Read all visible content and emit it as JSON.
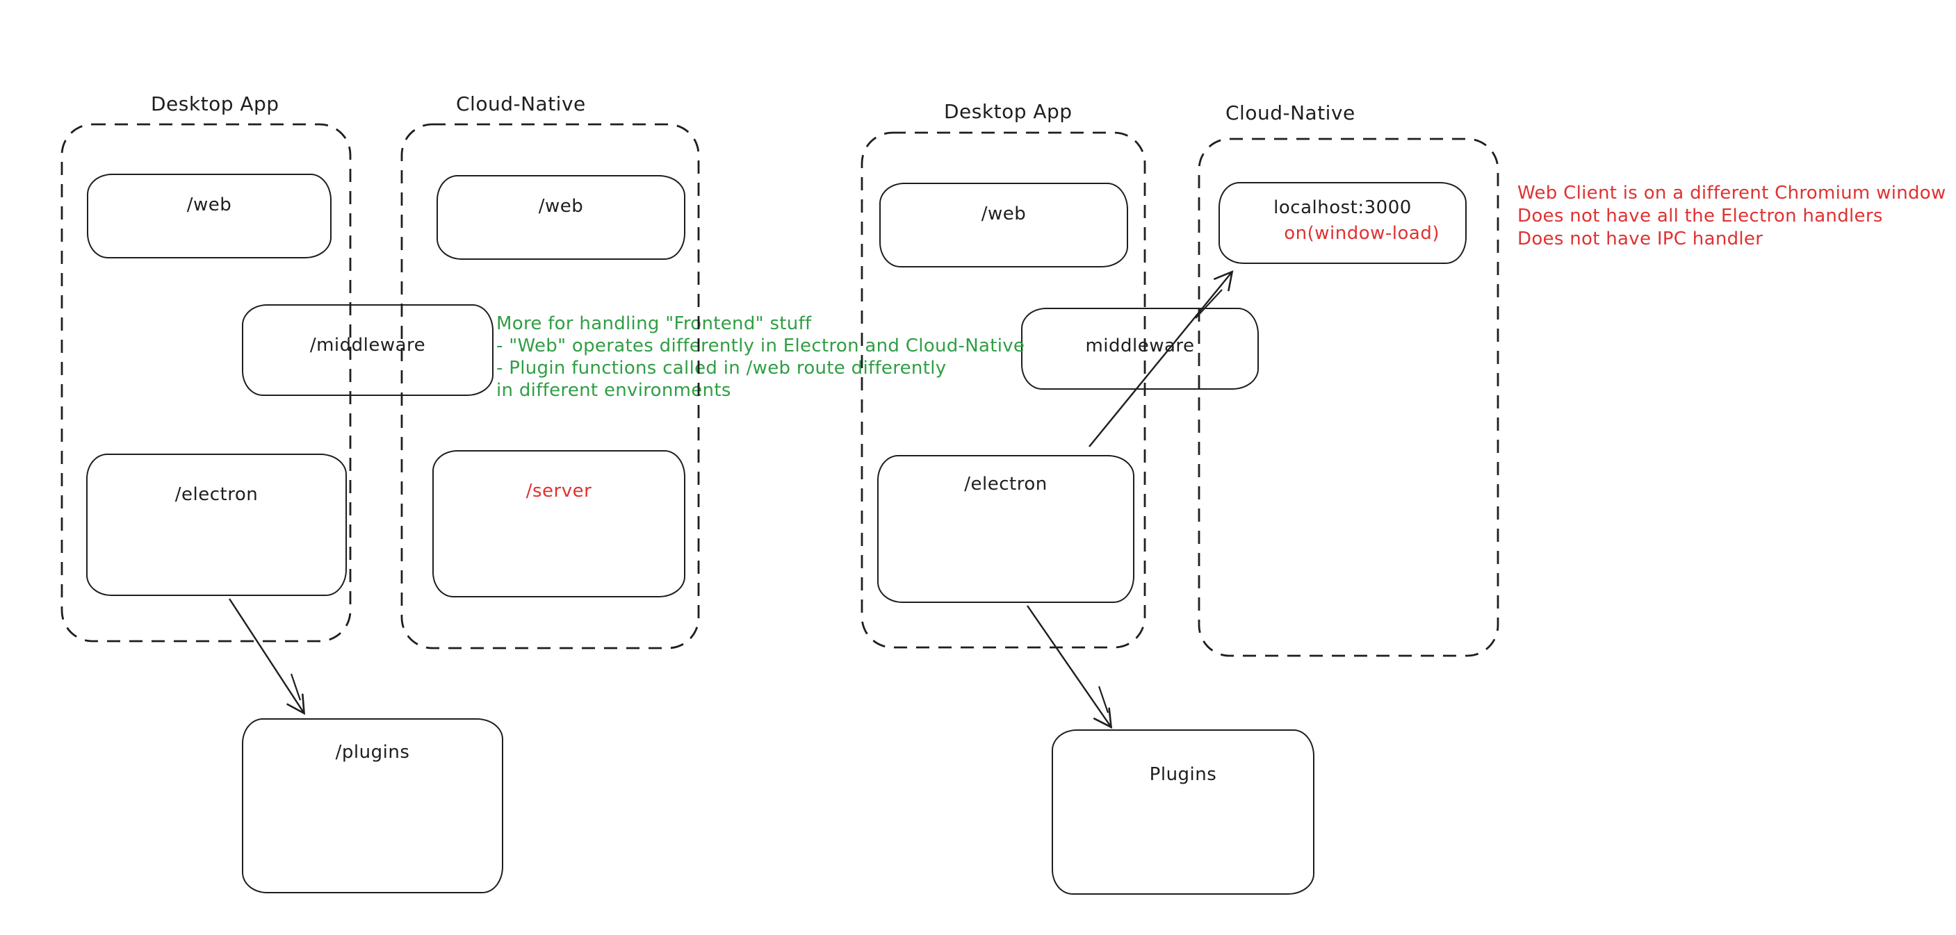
{
  "canvas": {
    "background": "#ffffff",
    "ink_color": "#1e1e1e",
    "red_color": "#e03131",
    "green_color": "#2f9e44"
  },
  "left_diagram": {
    "desktop_label": "Desktop App",
    "cloud_label": "Cloud-Native",
    "web_desktop_label": "/web",
    "web_cloud_label": "/web",
    "middleware_label": "/middleware",
    "electron_label": "/electron",
    "server_label": "/server",
    "plugins_label": "/plugins"
  },
  "right_diagram": {
    "desktop_label": "Desktop App",
    "cloud_label": "Cloud-Native",
    "web_label": "/web",
    "localhost_label": "localhost:3000",
    "window_load_label": "on(window-load)",
    "middleware_label": "middleware",
    "electron_label": "/electron",
    "plugins_label": "Plugins"
  },
  "notes": {
    "green_note": {
      "lines": [
        "More for handling \"Frontend\" stuff",
        "- \"Web\" operates differently in Electron and Cloud-Native",
        "- Plugin functions called in /web route differently",
        "in different environments"
      ]
    },
    "red_note": {
      "lines": [
        "Web Client is on a different Chromium window",
        "Does not have all the Electron handlers",
        "Does not have IPC handler"
      ]
    }
  }
}
